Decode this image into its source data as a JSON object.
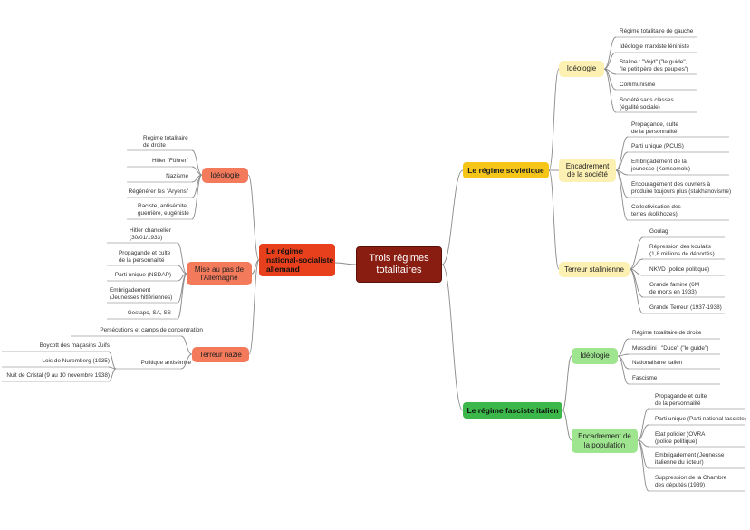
{
  "central": {
    "label": "Trois régimes\ntotalitaires",
    "color": "#8a1d12"
  },
  "soviet": {
    "label": "Le régime soviétique",
    "color": "#f5c518",
    "ideologie": {
      "label": "Idéologie",
      "items": [
        "Régime totalitaire de gauche",
        "Idéologie marxiste léniniste",
        "Staline : \"Vojd\" (\"le guide\",\n\"le petit père des peuples\")",
        "Communisme",
        "Société sans classes\n(égalité sociale)"
      ]
    },
    "encadrement": {
      "label": "Encadrement\nde la société",
      "items": [
        "Propagande, culte\nde la personnalité",
        "Parti unique (PCUS)",
        "Embrigadement de la\njeunesse (Komsomols)",
        "Encouragement des ouvriers à\nproduire toujours plus (stakhanovisme)",
        "Collectivisation des\nterres (kolkhozes)"
      ]
    },
    "terreur": {
      "label": "Terreur stalinienne",
      "items": [
        "Goulag",
        "Répression des koulaks\n(1,8 millions de déportés)",
        "NKVD (police politique)",
        "Grande famine (6M\nde morts en 1933)",
        "Grande Terreur (1937-1938)"
      ]
    }
  },
  "fasciste": {
    "label": "Le régime fasciste italien",
    "color": "#3cb84a",
    "ideologie": {
      "label": "Idéologie",
      "items": [
        "Régime totalitaire de droite",
        "Mussolini : \"Duce\" (\"le guide\")",
        "Nationalisme italien",
        "Fascisme"
      ]
    },
    "encadrement": {
      "label": "Encadrement de\nla population",
      "items": [
        "Propagande et culte\nde la personnalité",
        "Parti unique (Parti national fasciste)",
        "Etat policier (OVRA\n(police politique)",
        "Embrigadement (Jeunesse\nitalienne du licteur)",
        "Suppression de la Chambre\ndes députés (1939)"
      ]
    }
  },
  "nazi": {
    "label": "Le régime\nnational-socialiste\nallemand",
    "color": "#e8401c",
    "ideologie": {
      "label": "Idéologie",
      "items": [
        "Régime totalitaire\nde droite",
        "Hitler \"Führer\"",
        "Nazisme",
        "Régénérer les \"Aryens\"",
        "Raciste, antisémite,\nguerrière, eugéniste"
      ]
    },
    "mise": {
      "label": "Mise au pas de\nl'Allemagne",
      "items": [
        "Hitler chancelier\n(30/01/1933)",
        "Propagande et culte\nde la personnalité",
        "Parti unique (NSDAP)",
        "Embrigadement\n(Jeunesses hitlériennes)",
        "Gestapo, SA, SS"
      ]
    },
    "terreur": {
      "label": "Terreur nazie",
      "items": [
        "Persécutions et camps de concentration",
        "Politique antisémite"
      ],
      "antisemite": [
        "Boycott des magasins Juifs",
        "Lois de Nuremberg (1935)",
        "Nuit de Cristal (9 au 10 novembre 1938)"
      ]
    }
  }
}
